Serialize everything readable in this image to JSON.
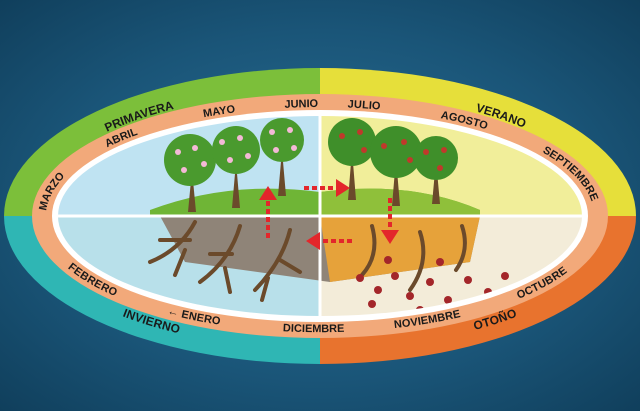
{
  "seasons": {
    "spring": {
      "label": "PRIMAVERA",
      "color": "#7cbf3a"
    },
    "summer": {
      "label": "VERANO",
      "color": "#e6df3a"
    },
    "autumn": {
      "label": "OTOÑO",
      "color": "#e8732e"
    },
    "winter": {
      "label": "INVIERNO",
      "color": "#2fb6b4"
    }
  },
  "months": {
    "marzo": "MARZO",
    "abril": "ABRIL",
    "mayo": "MAYO",
    "junio": "JUNIO",
    "julio": "JULIO",
    "agosto": "AGOSTO",
    "septiembre": "SEPTIEMBRE",
    "octubre": "OCTUBRE",
    "noviembre": "NOVIEMBRE",
    "diciembre": "DICIEMBRE",
    "enero": "ENERO",
    "febrero": "FEBRERO"
  },
  "arrow_glyph": "←",
  "colors": {
    "month_band": "#f2a97a",
    "arrow": "#e3262b",
    "spring_sky": "#bfe3f2",
    "summer_sky": "#f1ee9a",
    "autumn_bg": "#f3ecd9",
    "winter_bg": "#b8e0ea"
  }
}
